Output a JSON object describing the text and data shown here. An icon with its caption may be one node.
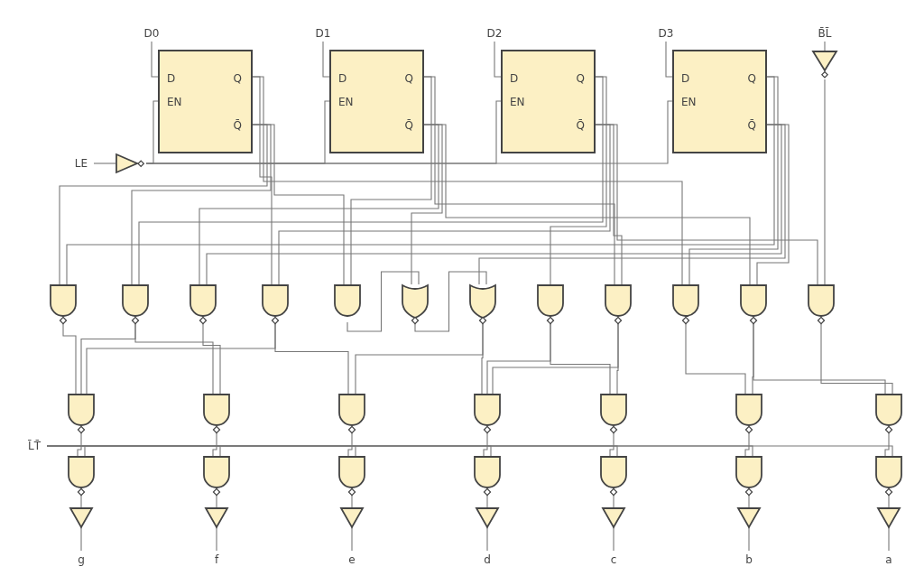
{
  "diagram": {
    "nodes": [
      {
        "text": [
          "D0"
        ]
      },
      {
        "text": [
          "D1"
        ]
      },
      {
        "text": [
          "D2"
        ]
      },
      {
        "text": [
          "D3"
        ]
      },
      {
        "text": [
          "B̄L̄"
        ]
      },
      {
        "text": [
          "LE"
        ]
      },
      {
        "text": [],
        "shape": "inverter"
      },
      {
        "text": [],
        "shape": "inverter"
      },
      {
        "text": [
          "D",
          "EN",
          "Q",
          "Q̄"
        ]
      },
      {
        "text": [
          "D",
          "EN",
          "Q",
          "Q̄"
        ]
      },
      {
        "text": [
          "D",
          "EN",
          "Q",
          "Q̄"
        ]
      },
      {
        "text": [
          "D",
          "EN",
          "Q",
          "Q̄"
        ]
      },
      {
        "text": [],
        "shape": "nand"
      },
      {
        "text": [],
        "shape": "nand"
      },
      {
        "text": [],
        "shape": "nand"
      },
      {
        "text": [],
        "shape": "nand"
      },
      {
        "text": [],
        "shape": "and"
      },
      {
        "text": [],
        "shape": "nor"
      },
      {
        "text": [],
        "shape": "nor"
      },
      {
        "text": [],
        "shape": "nand"
      },
      {
        "text": [],
        "shape": "nand"
      },
      {
        "text": [],
        "shape": "nand"
      },
      {
        "text": [],
        "shape": "nand"
      },
      {
        "text": [],
        "shape": "nand"
      },
      {
        "text": [
          "L̄T̄"
        ]
      },
      {
        "text": [],
        "shape": "nand"
      },
      {
        "text": [],
        "shape": "nand"
      },
      {
        "text": [],
        "shape": "nand"
      },
      {
        "text": [],
        "shape": "nand"
      },
      {
        "text": [],
        "shape": "nand"
      },
      {
        "text": [],
        "shape": "nand"
      },
      {
        "text": [],
        "shape": "nand"
      },
      {
        "text": [],
        "shape": "nand"
      },
      {
        "text": [],
        "shape": "nand"
      },
      {
        "text": [],
        "shape": "nand"
      },
      {
        "text": [],
        "shape": "nand"
      },
      {
        "text": [],
        "shape": "nand"
      },
      {
        "text": [],
        "shape": "nand"
      },
      {
        "text": [],
        "shape": "nand"
      },
      {
        "text": [],
        "shape": "buffer"
      },
      {
        "text": [],
        "shape": "buffer"
      },
      {
        "text": [],
        "shape": "buffer"
      },
      {
        "text": [],
        "shape": "buffer"
      },
      {
        "text": [],
        "shape": "buffer"
      },
      {
        "text": [],
        "shape": "buffer"
      },
      {
        "text": [],
        "shape": "buffer"
      },
      {
        "text": [
          "g"
        ]
      },
      {
        "text": [
          "f"
        ]
      },
      {
        "text": [
          "e"
        ]
      },
      {
        "text": [
          "d"
        ]
      },
      {
        "text": [
          "c"
        ]
      },
      {
        "text": [
          "b"
        ]
      },
      {
        "text": [
          "a"
        ]
      }
    ],
    "edges": [
      {
        "from": 0,
        "to": 8,
        "arrow": "none"
      },
      {
        "from": 1,
        "to": 9,
        "arrow": "none"
      },
      {
        "from": 2,
        "to": 10,
        "arrow": "none"
      },
      {
        "from": 3,
        "to": 11,
        "arrow": "none"
      },
      {
        "from": 5,
        "to": 6,
        "arrow": "none"
      },
      {
        "from": 6,
        "to": 8,
        "arrow": "none"
      },
      {
        "from": 6,
        "to": 9,
        "arrow": "none"
      },
      {
        "from": 6,
        "to": 10,
        "arrow": "none"
      },
      {
        "from": 6,
        "to": 11,
        "arrow": "none"
      },
      {
        "from": 4,
        "to": 7,
        "arrow": "none"
      },
      {
        "from": 8,
        "to": 15,
        "arrow": "none"
      },
      {
        "from": 8,
        "to": 21,
        "arrow": "none"
      },
      {
        "from": 8,
        "to": 12,
        "arrow": "none"
      },
      {
        "from": 8,
        "to": 13,
        "arrow": "none"
      },
      {
        "from": 8,
        "to": 16,
        "arrow": "none"
      },
      {
        "from": 9,
        "to": 16,
        "arrow": "none"
      },
      {
        "from": 9,
        "to": 20,
        "arrow": "none"
      },
      {
        "from": 9,
        "to": 14,
        "arrow": "none"
      },
      {
        "from": 9,
        "to": 17,
        "arrow": "none"
      },
      {
        "from": 9,
        "to": 22,
        "arrow": "none"
      },
      {
        "from": 10,
        "to": 13,
        "arrow": "none"
      },
      {
        "from": 10,
        "to": 19,
        "arrow": "none"
      },
      {
        "from": 10,
        "to": 15,
        "arrow": "none"
      },
      {
        "from": 10,
        "to": 20,
        "arrow": "none"
      },
      {
        "from": 10,
        "to": 23,
        "arrow": "none"
      },
      {
        "from": 11,
        "to": 12,
        "arrow": "none"
      },
      {
        "from": 11,
        "to": 21,
        "arrow": "none"
      },
      {
        "from": 11,
        "to": 14,
        "arrow": "none"
      },
      {
        "from": 11,
        "to": 18,
        "arrow": "none"
      },
      {
        "from": 11,
        "to": 22,
        "arrow": "none"
      },
      {
        "from": 7,
        "to": 23,
        "arrow": "none"
      },
      {
        "from": 16,
        "to": 17,
        "arrow": "none"
      },
      {
        "from": 17,
        "to": 18,
        "arrow": "none"
      },
      {
        "from": 12,
        "to": 25,
        "arrow": "none"
      },
      {
        "from": 13,
        "to": 25,
        "arrow": "none"
      },
      {
        "from": 13,
        "to": 26,
        "arrow": "none"
      },
      {
        "from": 14,
        "to": 26,
        "arrow": "none"
      },
      {
        "from": 15,
        "to": 25,
        "arrow": "none"
      },
      {
        "from": 15,
        "to": 27,
        "arrow": "none"
      },
      {
        "from": 18,
        "to": 27,
        "arrow": "none"
      },
      {
        "from": 18,
        "to": 28,
        "arrow": "none"
      },
      {
        "from": 19,
        "to": 28,
        "arrow": "none"
      },
      {
        "from": 19,
        "to": 29,
        "arrow": "none"
      },
      {
        "from": 20,
        "to": 28,
        "arrow": "none"
      },
      {
        "from": 20,
        "to": 29,
        "arrow": "none"
      },
      {
        "from": 21,
        "to": 30,
        "arrow": "none"
      },
      {
        "from": 22,
        "to": 30,
        "arrow": "none"
      },
      {
        "from": 22,
        "to": 31,
        "arrow": "none"
      },
      {
        "from": 23,
        "to": 31,
        "arrow": "none"
      },
      {
        "from": 25,
        "to": 32,
        "arrow": "none"
      },
      {
        "from": 26,
        "to": 33,
        "arrow": "none"
      },
      {
        "from": 27,
        "to": 34,
        "arrow": "none"
      },
      {
        "from": 28,
        "to": 35,
        "arrow": "none"
      },
      {
        "from": 29,
        "to": 36,
        "arrow": "none"
      },
      {
        "from": 30,
        "to": 37,
        "arrow": "none"
      },
      {
        "from": 31,
        "to": 38,
        "arrow": "none"
      },
      {
        "from": 24,
        "to": 32,
        "arrow": "none"
      },
      {
        "from": 24,
        "to": 33,
        "arrow": "none"
      },
      {
        "from": 24,
        "to": 34,
        "arrow": "none"
      },
      {
        "from": 24,
        "to": 35,
        "arrow": "none"
      },
      {
        "from": 24,
        "to": 36,
        "arrow": "none"
      },
      {
        "from": 24,
        "to": 37,
        "arrow": "none"
      },
      {
        "from": 24,
        "to": 38,
        "arrow": "none"
      },
      {
        "from": 32,
        "to": 39,
        "arrow": "none"
      },
      {
        "from": 33,
        "to": 40,
        "arrow": "none"
      },
      {
        "from": 34,
        "to": 41,
        "arrow": "none"
      },
      {
        "from": 35,
        "to": 42,
        "arrow": "none"
      },
      {
        "from": 36,
        "to": 43,
        "arrow": "none"
      },
      {
        "from": 37,
        "to": 44,
        "arrow": "none"
      },
      {
        "from": 38,
        "to": 45,
        "arrow": "none"
      },
      {
        "from": 39,
        "to": 46,
        "arrow": "none"
      },
      {
        "from": 40,
        "to": 47,
        "arrow": "none"
      },
      {
        "from": 41,
        "to": 48,
        "arrow": "none"
      },
      {
        "from": 42,
        "to": 49,
        "arrow": "none"
      },
      {
        "from": 43,
        "to": 50,
        "arrow": "none"
      },
      {
        "from": 44,
        "to": 51,
        "arrow": "none"
      },
      {
        "from": 45,
        "to": 52,
        "arrow": "none"
      }
    ]
  }
}
